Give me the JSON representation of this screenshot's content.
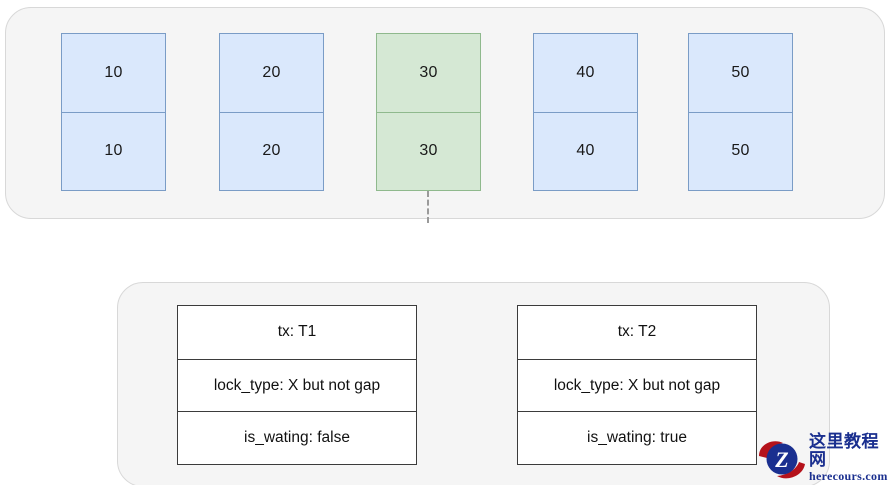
{
  "diagram": {
    "records_panel": {
      "name": "index records row",
      "columns": [
        {
          "value_top": "10",
          "value_bottom": "10",
          "color": "blue",
          "fill": "#dae8fc",
          "stroke": "#7a9cc6"
        },
        {
          "value_top": "20",
          "value_bottom": "20",
          "color": "blue",
          "fill": "#dae8fc",
          "stroke": "#7a9cc6"
        },
        {
          "value_top": "30",
          "value_bottom": "30",
          "color": "green",
          "fill": "#d5e8d4",
          "stroke": "#8fb98d"
        },
        {
          "value_top": "40",
          "value_bottom": "40",
          "color": "blue",
          "fill": "#dae8fc",
          "stroke": "#7a9cc6"
        },
        {
          "value_top": "50",
          "value_bottom": "50",
          "color": "blue",
          "fill": "#dae8fc",
          "stroke": "#7a9cc6"
        }
      ]
    },
    "connector": {
      "style": "dashed",
      "color": "#9a9a9a"
    },
    "locks_panel": {
      "tables": [
        {
          "tx": "tx: T1",
          "lock_type": "lock_type: X but not gap",
          "is_waiting": "is_wating: false"
        },
        {
          "tx": "tx: T2",
          "lock_type": "lock_type: X but not gap",
          "is_waiting": "is_wating: true"
        }
      ]
    }
  },
  "watermark": {
    "logo_letter": "Z",
    "site_name": "这里教程网",
    "url": "herecours.com",
    "color": "#1a2f8f"
  }
}
